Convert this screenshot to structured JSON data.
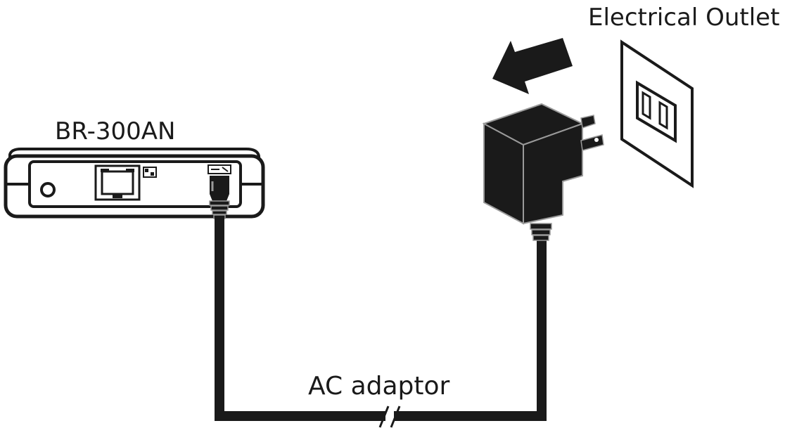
{
  "labels": {
    "router": "BR-300AN",
    "outlet": "Electrical Outlet",
    "adaptor": "AC adaptor"
  },
  "colors": {
    "ink": "#1a1a1a",
    "adaptor_fill": "#1a1a1a",
    "highlight": "#9a9a9a",
    "background": "#ffffff"
  },
  "icons": {
    "router": "router-device-icon",
    "ethernet_port": "ethernet-port-icon",
    "switch": "dip-switch-icon",
    "power_jack": "power-jack-icon",
    "reset_button": "reset-button-icon",
    "ac_adaptor": "ac-adaptor-icon",
    "outlet": "wall-outlet-icon",
    "arrow": "arrow-left-icon"
  }
}
